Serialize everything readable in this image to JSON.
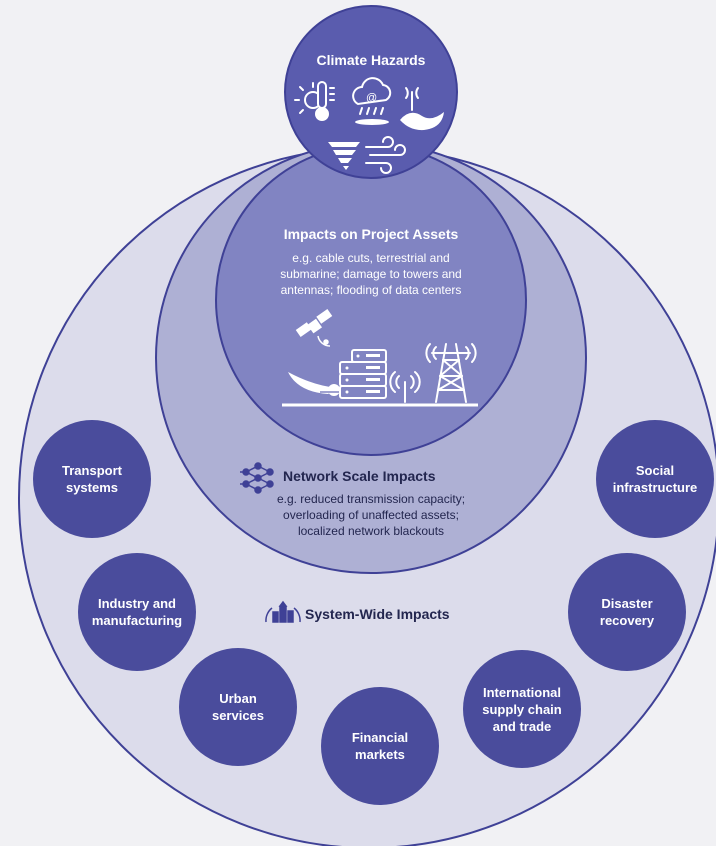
{
  "hazards": {
    "title": "Climate Hazards",
    "icons": [
      "thermometer-sun-icon",
      "storm-cloud-icon",
      "flood-wave-icon",
      "tornado-icon",
      "wind-icon"
    ]
  },
  "assets": {
    "title": "Impacts on Project Assets",
    "description": "e.g. cable cuts, terrestrial and\nsubmarine; damage to towers and\nantennas; flooding of data centers",
    "icons": [
      "satellite-icon",
      "server-rack-icon",
      "antenna-icon",
      "transmission-tower-icon"
    ]
  },
  "network": {
    "title": "Network Scale Impacts",
    "description": "e.g. reduced transmission capacity;\noverloading of unaffected assets;\nlocalized network blackouts",
    "icon": "network-nodes-icon"
  },
  "system": {
    "title": "System-Wide Impacts",
    "icon": "city-cycle-icon"
  },
  "sectors": [
    {
      "label": "Transport\nsystems"
    },
    {
      "label": "Industry and\nmanufacturing"
    },
    {
      "label": "Urban\nservices"
    },
    {
      "label": "Financial\nmarkets"
    },
    {
      "label": "International\nsupply chain\nand trade"
    },
    {
      "label": "Disaster\nrecovery"
    },
    {
      "label": "Social\ninfrastructure"
    }
  ],
  "colors": {
    "background": "#f1f1f4",
    "outer_ring": "#dcdceb",
    "network_ring": "#aeb0d4",
    "assets_ring": "#8184c2",
    "hazards_circle": "#5a5cae",
    "sector_circle": "#4a4c9c",
    "stroke": "#3f4196",
    "text_dark": "#23264f"
  }
}
